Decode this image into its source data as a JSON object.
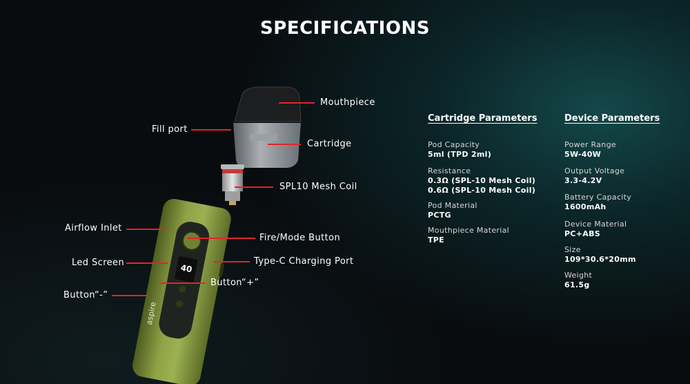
{
  "title": "SPECIFICATIONS",
  "callouts": {
    "mouthpiece": "Mouthpiece",
    "fill_port": "Fill port",
    "cartridge": "Cartridge",
    "coil": "SPL10 Mesh Coil",
    "airflow": "Airflow Inlet",
    "fire_button": "Fire/Mode Button",
    "led_screen": "Led Screen",
    "type_c": "Type-C Charging Port",
    "button_plus": "Button“+”",
    "button_minus": "Button“-”"
  },
  "device": {
    "screen_reading": "40",
    "brand": "aspire"
  },
  "cartridge_params": {
    "heading": "Cartridge Parameters",
    "items": [
      {
        "label": "Pod Capacity",
        "values": [
          "5ml (TPD 2ml)"
        ]
      },
      {
        "label": "Resistance",
        "values": [
          "0.3Ω (SPL-10 Mesh Coil)",
          "0.6Ω (SPL-10 Mesh Coil)"
        ]
      },
      {
        "label": "Pod Material",
        "values": [
          "PCTG"
        ]
      },
      {
        "label": "Mouthpiece Material",
        "values": [
          "TPE"
        ]
      }
    ]
  },
  "device_params": {
    "heading": "Device Parameters",
    "items": [
      {
        "label": "Power Range",
        "values": [
          "5W-40W"
        ]
      },
      {
        "label": "Output Voltage",
        "values": [
          "3.3-4.2V"
        ]
      },
      {
        "label": "Battery Capacity",
        "values": [
          "1600mAh"
        ]
      },
      {
        "label": "Device Material",
        "values": [
          "PC+ABS"
        ]
      },
      {
        "label": "Size",
        "values": [
          "109*30.6*20mm"
        ]
      },
      {
        "label": "Weight",
        "values": [
          "61.5g"
        ]
      }
    ]
  },
  "colors": {
    "accent_line": "#e0252b",
    "device_body": "#7d8f3a",
    "background": "#090c0f"
  }
}
